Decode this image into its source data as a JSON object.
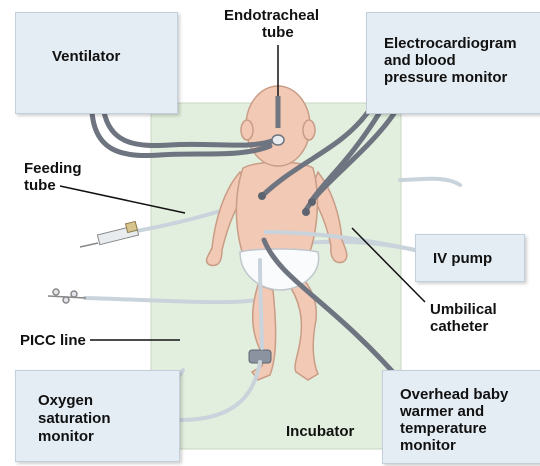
{
  "labels": {
    "ventilator": "Ventilator",
    "endotracheal_line1": "Endotracheal",
    "endotracheal_line2": "tube",
    "ecg_line1": "Electrocardiogram",
    "ecg_line2": "and blood",
    "ecg_line3": "pressure monitor",
    "feeding_line1": "Feeding",
    "feeding_line2": "tube",
    "iv_pump": "IV pump",
    "umbilical_line1": "Umbilical",
    "umbilical_line2": "catheter",
    "picc": "PICC line",
    "oxygen_line1": "Oxygen",
    "oxygen_line2": "saturation",
    "oxygen_line3": "monitor",
    "incubator": "Incubator",
    "warmer_line1": "Overhead baby",
    "warmer_line2": "warmer and",
    "warmer_line3": "temperature",
    "warmer_line4": "monitor"
  },
  "colors": {
    "box_fill": "#e5edf4",
    "incubator_fill": "#e3efde",
    "skin": "#f2c9b5",
    "tube_gray": "#6e7480",
    "tube_light": "#c9d3dc"
  }
}
